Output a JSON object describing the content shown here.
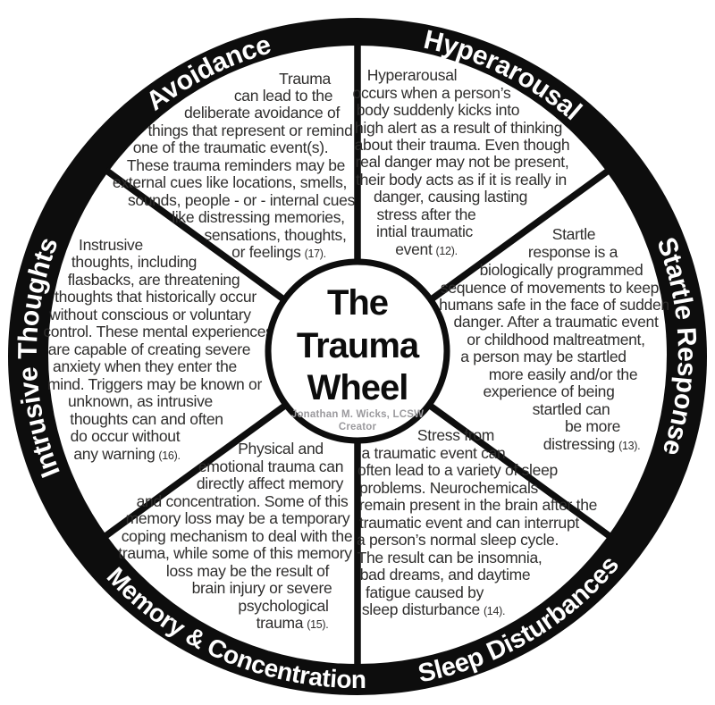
{
  "diagram_title": "The Trauma Wheel",
  "center": {
    "title_lines": [
      "The",
      "Trauma",
      "Wheel"
    ],
    "creator_name": "Jonathan M. Wicks, LCSW",
    "creator_role": "Creator"
  },
  "colors": {
    "ring_black": "#0d0d0d",
    "ring_label_text": "#ffffff",
    "body_text": "#2f2e2d",
    "creator_text": "#9b9a9e"
  },
  "segments": [
    {
      "id": "avoidance",
      "label": "Avoidance",
      "citation": "(17).",
      "lines": [
        "Trauma",
        "can lead to the",
        "deliberate avoidance of",
        "things that represent or remind",
        "one of the traumatic event(s).",
        "These trauma reminders may be",
        "external cues like locations, smells,",
        "sounds, people - or - internal cues",
        "like distressing memories,",
        "sensations, thoughts,",
        "or feelings"
      ]
    },
    {
      "id": "hyperarousal",
      "label": "Hyperarousal",
      "citation": "(12).",
      "lines": [
        "Hyperarousal",
        "occurs when a person’s",
        "body suddenly kicks into",
        "high alert as a result of thinking",
        "about their trauma.  Even though",
        "real danger may not be present,",
        "their body acts as if it is really in",
        "danger, causing lasting",
        "stress after the",
        "intial traumatic",
        "event"
      ]
    },
    {
      "id": "startle-response",
      "label": "Startle Response",
      "citation": "(13).",
      "lines": [
        "Startle",
        "response is a",
        "biologically programmed",
        "sequence of movements to keep",
        "humans safe in the face of sudden",
        "danger.  After a traumatic event",
        "or childhood maltreatment,",
        "a person may be startled",
        "more easily and/or the",
        "experience of being",
        "startled can",
        "be more",
        "distressing"
      ]
    },
    {
      "id": "sleep-disturbances",
      "label": "Sleep Disturbances",
      "citation": "(14).",
      "lines": [
        "Stress from",
        "a traumatic event can",
        "often lead to a variety of sleep",
        "problems.  Neurochemicals",
        "remain  present in the brain after the",
        "traumatic event and can interrupt",
        "a person’s normal sleep cycle.",
        "The result can be insomnia,",
        "bad dreams, and daytime",
        "fatigue caused by",
        "sleep disturbance"
      ]
    },
    {
      "id": "memory-concentration",
      "label": "Memory & Concentration",
      "citation": "(15).",
      "lines": [
        "Physical and",
        "emotional trauma can",
        "directly affect memory",
        "and concentration.  Some of this",
        "memory loss may be a temporary",
        "coping mechanism to deal with the",
        "trauma, while some of this memory",
        "loss may be the result of",
        "brain injury or severe",
        "psychological",
        "trauma"
      ]
    },
    {
      "id": "intrusive-thoughts",
      "label": "Intrusive Thoughts",
      "citation": "(16).",
      "lines": [
        "Instrusive",
        "thoughts, including",
        "flasbacks, are threatening",
        "thoughts that historically occur",
        "without  conscious or voluntary",
        "control. These mental experiences",
        "are  capable of  creating severe",
        "anxiety when they enter the",
        "mind.  Triggers may be known or",
        "unknown, as intrusive",
        "thoughts can and often",
        "do occur without",
        "any warning"
      ]
    }
  ]
}
